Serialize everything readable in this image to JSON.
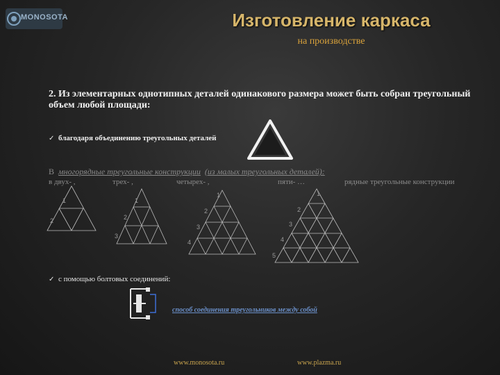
{
  "header": {
    "logo_text": "MONOSOTA",
    "title": "Изготовление каркаса",
    "subtitle": "на производстве"
  },
  "content": {
    "paragraph": "2. Из элементарных однотипных деталей одинакового размера может быть собран треугольный объем любой площади:",
    "bullet1": "благодаря объединению треугольных деталей",
    "line3_prefix": "В",
    "line3_link": "многорядные треугольные конструкции",
    "line3_suffix": "(из малых треугольных деталей):",
    "rows": [
      "в двух- ,",
      "трех- ,",
      "четырех- ,",
      "пяти- …",
      "рядные  треугольные конструкции"
    ],
    "bullet2": "с помощью болтовых соединений:",
    "bolt_link": "способ соединения треугольников между собой"
  },
  "footer": {
    "url1": "www.monosota.ru",
    "url2": "www.plazma.ru"
  },
  "colors": {
    "title": "#d6b56a",
    "subtitle": "#d9a23b",
    "link": "#6a8fc8",
    "background": "#262626"
  },
  "icons": [
    "monosota-logo-icon",
    "checkmark-icon",
    "bolt-connection-icon"
  ]
}
